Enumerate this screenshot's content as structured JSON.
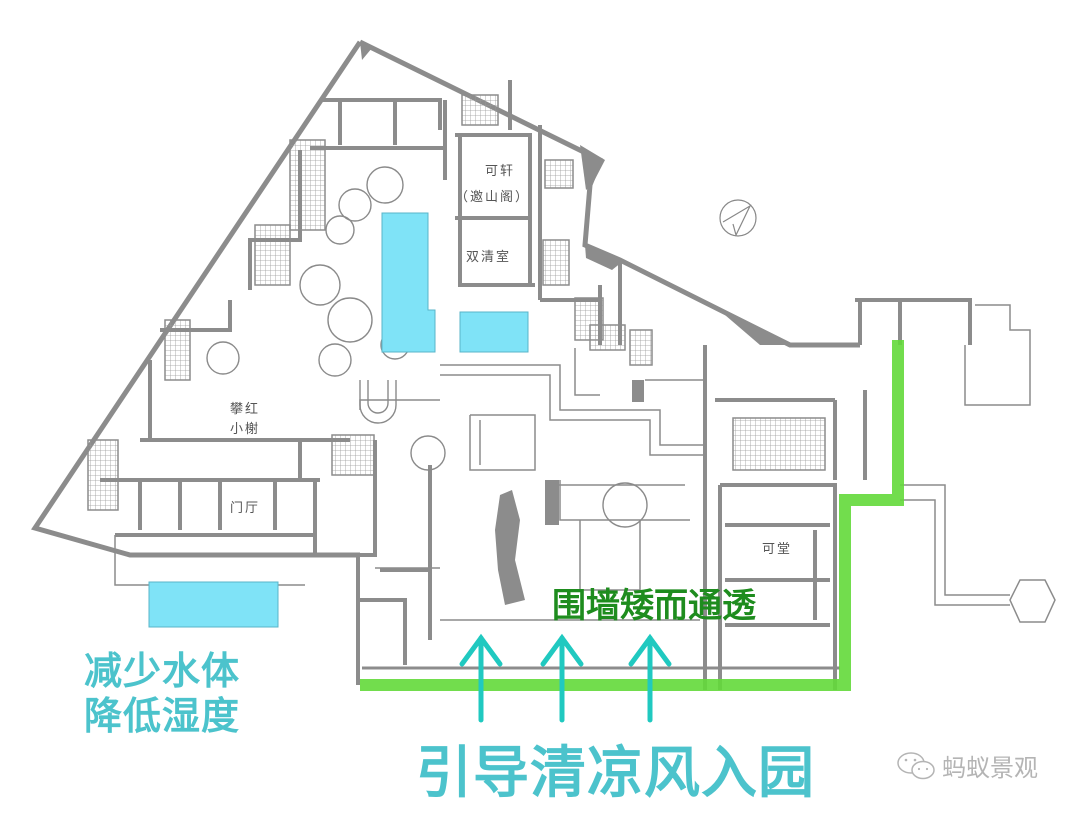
{
  "plan": {
    "rooms": {
      "kexuan": "可轩",
      "yaoshange": "（邀山阁）",
      "shuangqingshi": "双清室",
      "panhong_line1": "攀红",
      "panhong_line2": "小榭",
      "menting": "门厅",
      "ketang": "可堂"
    },
    "colors": {
      "wall": "#8c8c8c",
      "water": "#7fe3f7",
      "green_wall_highlight": "#63d93a",
      "cyan_text": "#4cc3cc",
      "green_text": "#1e8c1e"
    }
  },
  "annotations": {
    "reduce_water_line1": "减少水体",
    "reduce_water_line2": "降低湿度",
    "low_wall": "围墙矮而通透",
    "cool_breeze": "引导清凉风入园",
    "arrows_count": 3
  },
  "watermark": {
    "icon": "wechat-icon",
    "text": "蚂蚁景观"
  },
  "compass": {
    "icon": "north-arrow-icon"
  }
}
